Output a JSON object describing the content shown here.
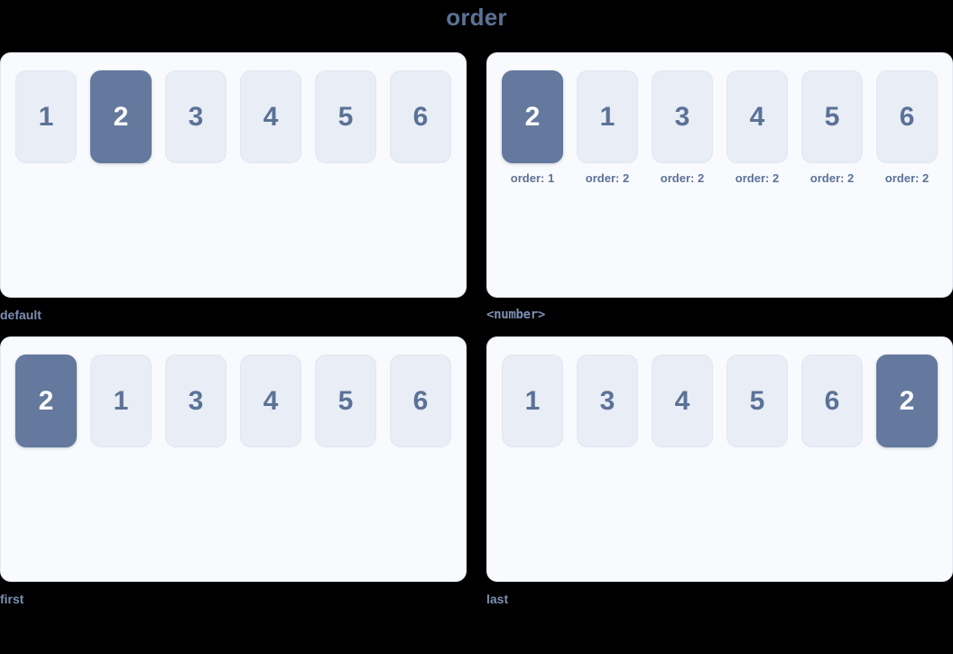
{
  "title": "order",
  "panels": [
    {
      "label": "default",
      "label_mono": false,
      "items": [
        {
          "value": "1",
          "highlight": false,
          "note": ""
        },
        {
          "value": "2",
          "highlight": true,
          "note": ""
        },
        {
          "value": "3",
          "highlight": false,
          "note": ""
        },
        {
          "value": "4",
          "highlight": false,
          "note": ""
        },
        {
          "value": "5",
          "highlight": false,
          "note": ""
        },
        {
          "value": "6",
          "highlight": false,
          "note": ""
        }
      ]
    },
    {
      "label": "<number>",
      "label_mono": true,
      "items": [
        {
          "value": "2",
          "highlight": true,
          "note": "order: 1"
        },
        {
          "value": "1",
          "highlight": false,
          "note": "order: 2"
        },
        {
          "value": "3",
          "highlight": false,
          "note": "order: 2"
        },
        {
          "value": "4",
          "highlight": false,
          "note": "order: 2"
        },
        {
          "value": "5",
          "highlight": false,
          "note": "order: 2"
        },
        {
          "value": "6",
          "highlight": false,
          "note": "order: 2"
        }
      ]
    },
    {
      "label": "first",
      "label_mono": false,
      "items": [
        {
          "value": "2",
          "highlight": true,
          "note": ""
        },
        {
          "value": "1",
          "highlight": false,
          "note": ""
        },
        {
          "value": "3",
          "highlight": false,
          "note": ""
        },
        {
          "value": "4",
          "highlight": false,
          "note": ""
        },
        {
          "value": "5",
          "highlight": false,
          "note": ""
        },
        {
          "value": "6",
          "highlight": false,
          "note": ""
        }
      ]
    },
    {
      "label": "last",
      "label_mono": false,
      "items": [
        {
          "value": "1",
          "highlight": false,
          "note": ""
        },
        {
          "value": "3",
          "highlight": false,
          "note": ""
        },
        {
          "value": "4",
          "highlight": false,
          "note": ""
        },
        {
          "value": "5",
          "highlight": false,
          "note": ""
        },
        {
          "value": "6",
          "highlight": false,
          "note": ""
        },
        {
          "value": "2",
          "highlight": true,
          "note": ""
        }
      ]
    }
  ],
  "colors": {
    "background": "#000000",
    "panel_bg": "#f9fafd",
    "panel_border": "#e4e9f1",
    "box_bg": "#e8edf6",
    "box_text": "#5b7296",
    "box_highlight_bg": "#64799d",
    "box_highlight_text": "#ffffff",
    "title_text": "#5b7296",
    "label_text": "#7b90b2"
  }
}
